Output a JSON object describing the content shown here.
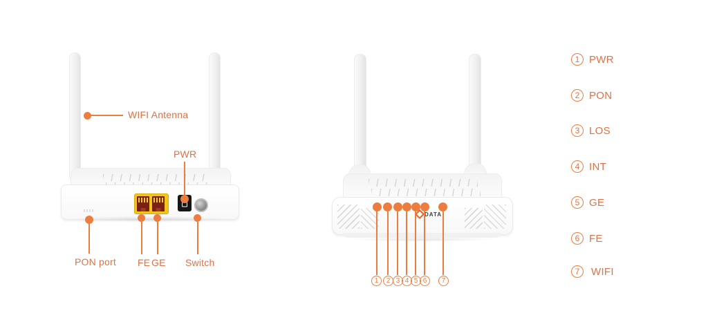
{
  "colors": {
    "accent": "#ed7d3e",
    "label_text": "#db7248",
    "port_yellow": "#f2c41e",
    "port_inner": "#7a2014",
    "jack_black": "#161616"
  },
  "back_view": {
    "labels": {
      "antenna": "WIFI Antenna",
      "power": "PWR",
      "pon": "PON port",
      "fe": "FE",
      "ge": "GE",
      "switch": "Switch"
    }
  },
  "front_view": {
    "logo_text": "DATA",
    "callouts": [
      "1",
      "2",
      "3",
      "4",
      "5",
      "6",
      "7"
    ]
  },
  "legend": {
    "items": [
      {
        "num": "1",
        "label": "PWR"
      },
      {
        "num": "2",
        "label": "PON"
      },
      {
        "num": "3",
        "label": "LOS"
      },
      {
        "num": "4",
        "label": "INT"
      },
      {
        "num": "5",
        "label": "GE"
      },
      {
        "num": "6",
        "label": "FE"
      },
      {
        "num": "7",
        "label": "WIFI"
      }
    ]
  }
}
